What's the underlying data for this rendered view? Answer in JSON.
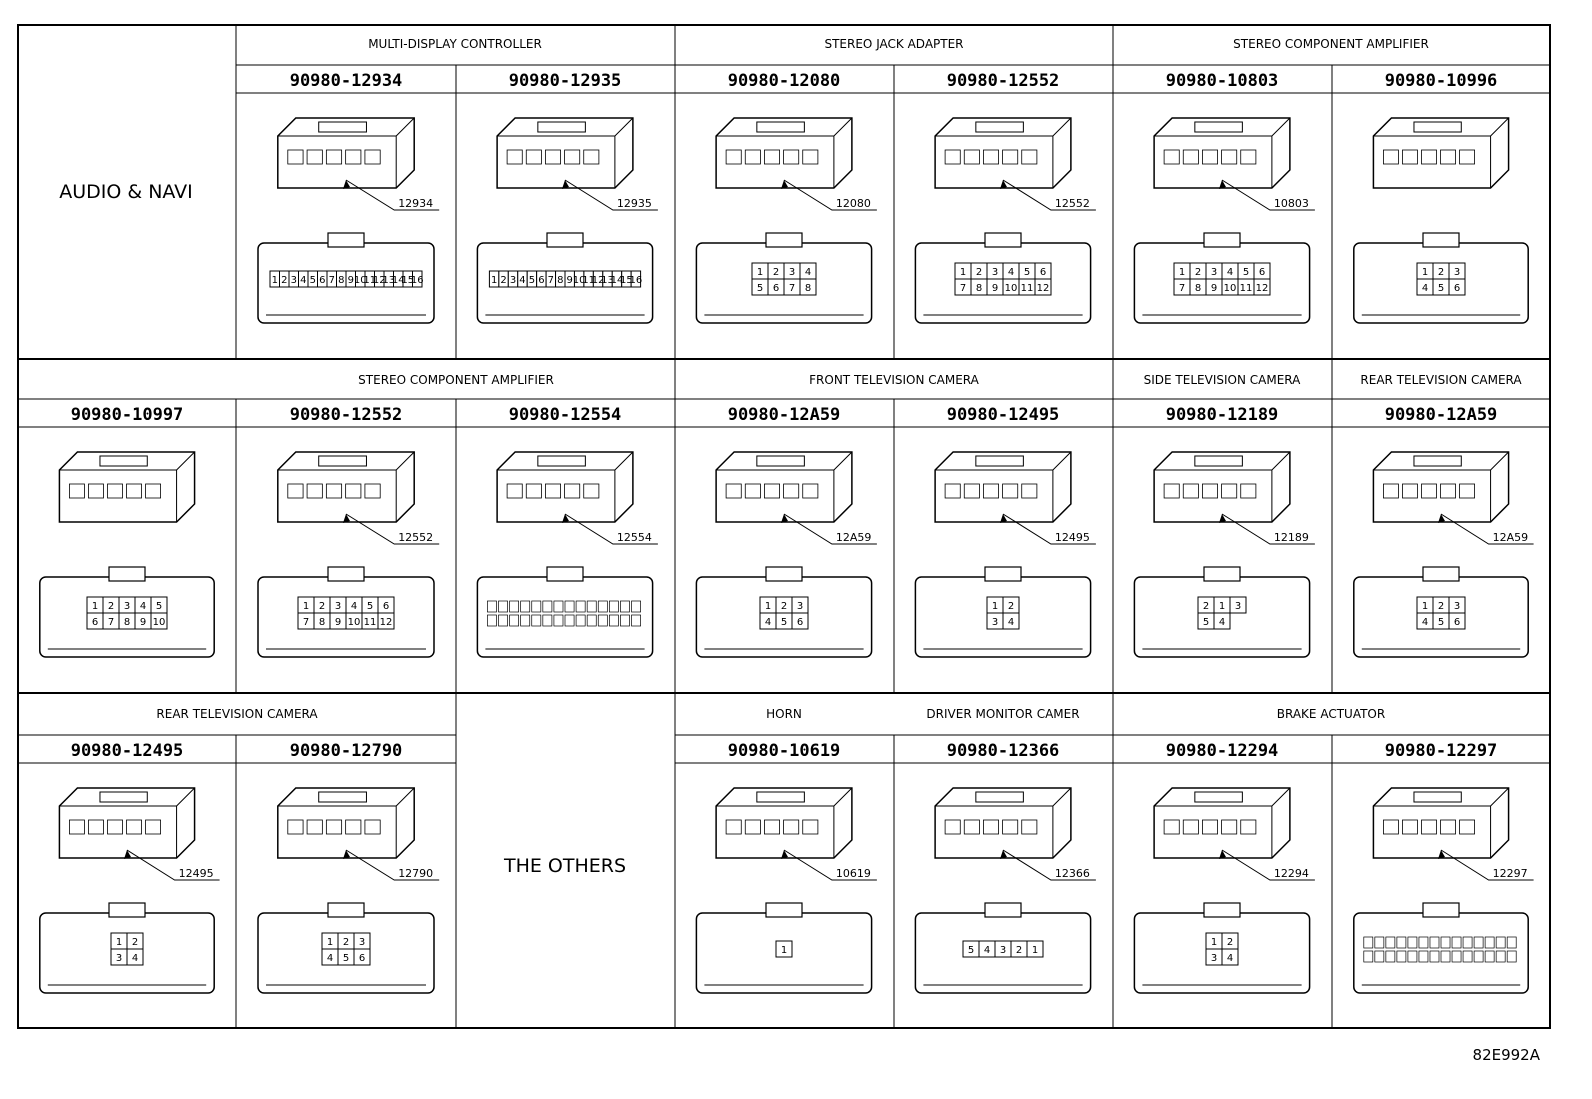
{
  "reference_code": "82E992A",
  "sections": {
    "audio_navi": "AUDIO & NAVI",
    "the_others": "THE OTHERS"
  },
  "cells": [
    {
      "group": "MULTI-DISPLAY CONTROLLER",
      "part": "90980-12934",
      "callout": "12934",
      "pins": [
        "1",
        "2",
        "3",
        "",
        "",
        "",
        "",
        "",
        "",
        "",
        "",
        "",
        "",
        "",
        "4",
        "5",
        "6",
        "7",
        "8",
        "9",
        "10",
        "11",
        "12",
        "13",
        "14",
        "15",
        "16"
      ]
    },
    {
      "group": "MULTI-DISPLAY CONTROLLER",
      "part": "90980-12935",
      "callout": "12935",
      "pins": [
        "1",
        "2",
        "3",
        "4",
        "5",
        "6",
        "7",
        "8",
        "9",
        "10",
        "11",
        "12",
        "13",
        "14",
        "15",
        "16"
      ]
    },
    {
      "group": "STEREO JACK ADAPTER",
      "part": "90980-12080",
      "callout": "12080",
      "pins": [
        "1",
        "2",
        "3",
        "4",
        "5",
        "6",
        "7",
        "8"
      ]
    },
    {
      "group": "STEREO JACK ADAPTER",
      "part": "90980-12552",
      "callout": "12552",
      "pins": [
        "1",
        "2",
        "3",
        "4",
        "5",
        "6",
        "7",
        "8",
        "9",
        "10",
        "11",
        "12"
      ]
    },
    {
      "group": "STEREO COMPONENT AMPLIFIER",
      "part": "90980-10803",
      "callout": "10803",
      "pins": [
        "1",
        "2",
        "3",
        "4",
        "5",
        "6",
        "7",
        "8",
        "9",
        "10",
        "11",
        "12"
      ]
    },
    {
      "group": "STEREO COMPONENT AMPLIFIER",
      "part": "90980-10996",
      "callout": "",
      "pins": [
        "1",
        "2",
        "3",
        "4",
        "5",
        "6"
      ]
    },
    {
      "group": "STEREO COMPONENT AMPLIFIER",
      "part": "90980-10997",
      "callout": "",
      "pins": [
        "1",
        "2",
        "3",
        "4",
        "5",
        "6",
        "7",
        "8",
        "9",
        "10"
      ]
    },
    {
      "group": "STEREO COMPONENT AMPLIFIER",
      "part": "90980-12552",
      "callout": "12552",
      "pins": [
        "1",
        "2",
        "3",
        "4",
        "5",
        "6",
        "7",
        "8",
        "9",
        "10",
        "11",
        "12"
      ]
    },
    {
      "group": "STEREO COMPONENT AMPLIFIER",
      "part": "90980-12554",
      "callout": "12554",
      "pins": []
    },
    {
      "group": "FRONT TELEVISION CAMERA",
      "part": "90980-12A59",
      "callout": "12A59",
      "pins": [
        "1",
        "2",
        "3",
        "4",
        "5",
        "6"
      ]
    },
    {
      "group": "FRONT TELEVISION CAMERA",
      "part": "90980-12495",
      "callout": "12495",
      "pins": [
        "1",
        "2",
        "3",
        "4"
      ]
    },
    {
      "group": "SIDE TELEVISION CAMERA",
      "part": "90980-12189",
      "callout": "12189",
      "pins": [
        "2",
        "1",
        "3",
        "5",
        "4"
      ]
    },
    {
      "group": "REAR TELEVISION CAMERA",
      "part": "90980-12A59",
      "callout": "12A59",
      "pins": [
        "1",
        "2",
        "3",
        "4",
        "5",
        "6"
      ]
    },
    {
      "group": "REAR TELEVISION CAMERA",
      "part": "90980-12495",
      "callout": "12495",
      "pins": [
        "1",
        "2",
        "3",
        "4"
      ]
    },
    {
      "group": "REAR TELEVISION CAMERA",
      "part": "90980-12790",
      "callout": "12790",
      "pins": [
        "1",
        "2",
        "3",
        "4",
        "5",
        "6"
      ]
    },
    {
      "group": "HORN",
      "part": "90980-10619",
      "callout": "10619",
      "pins": [
        "1"
      ]
    },
    {
      "group": "DRIVER MONITOR CAMER",
      "part": "90980-12366",
      "callout": "12366",
      "pins": [
        "5",
        "4",
        "3",
        "2",
        "1"
      ]
    },
    {
      "group": "BRAKE ACTUATOR",
      "part": "90980-12294",
      "callout": "12294",
      "pins": [
        "1",
        "2",
        "3",
        "4"
      ]
    },
    {
      "group": "BRAKE ACTUATOR",
      "part": "90980-12297",
      "callout": "12297",
      "pins": []
    }
  ]
}
